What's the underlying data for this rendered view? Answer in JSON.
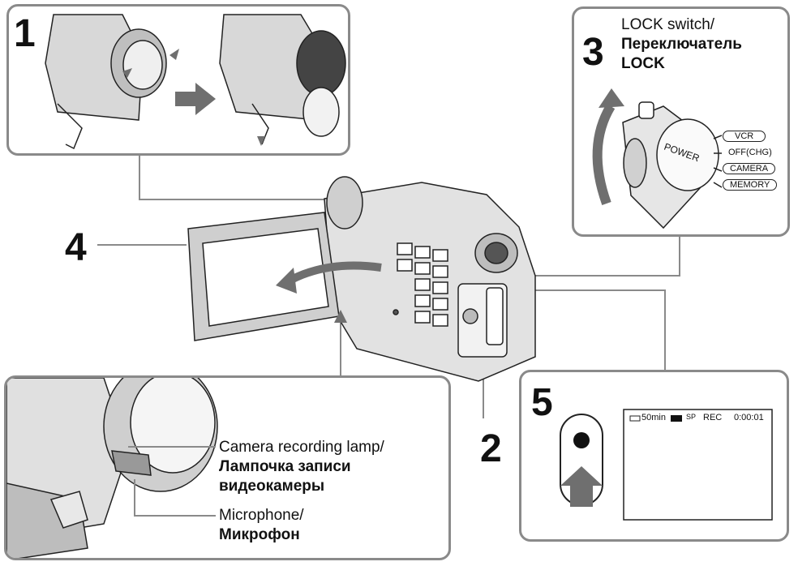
{
  "steps": {
    "s1": "1",
    "s2": "2",
    "s3": "3",
    "s4": "4",
    "s5": "5"
  },
  "lock_label": {
    "en": "LOCK switch/",
    "ru": "Переключатель LOCK"
  },
  "power_dial": {
    "label": "POWER",
    "modes": [
      "VCR",
      "OFF(CHG)",
      "CAMERA",
      "MEMORY"
    ]
  },
  "lamp_label": {
    "en": "Camera recording lamp/",
    "ru": "Лампочка записи видеокамеры"
  },
  "mic_label": {
    "en": "Microphone/",
    "ru": "Микрофон"
  },
  "display": {
    "battery": "50min",
    "mode": "SP",
    "rec": "REC",
    "time": "0:00:01"
  },
  "colors": {
    "frame": "#8a8a8a",
    "arrow": "#6f6f6f"
  }
}
